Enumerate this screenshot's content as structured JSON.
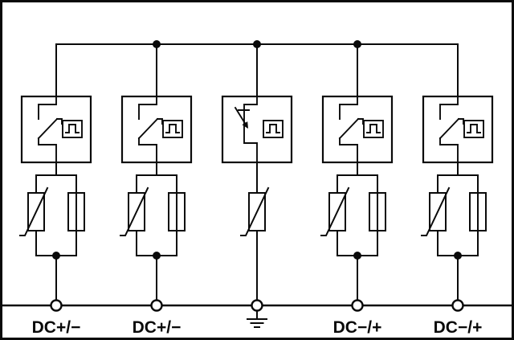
{
  "colors": {
    "line": "#0a0a0a",
    "background": "#ffffff"
  },
  "terminals": [
    {
      "label": "DC+/−",
      "type": "dc-terminal"
    },
    {
      "label": "DC+/−",
      "type": "dc-terminal"
    },
    {
      "label": "",
      "type": "earth-terminal",
      "icon": "earth-ground-icon"
    },
    {
      "label": "DC−/+",
      "type": "dc-terminal"
    },
    {
      "label": "DC−/+",
      "type": "dc-terminal"
    }
  ],
  "branches": [
    {
      "protector_icon": "thermal-disconnector-with-surge-monitoring",
      "components": [
        "varistor",
        "fuse"
      ]
    },
    {
      "protector_icon": "thermal-disconnector-with-surge-monitoring",
      "components": [
        "varistor",
        "fuse"
      ]
    },
    {
      "protector_icon": "breakaway-disconnector-with-surge-monitoring",
      "components": [
        "varistor"
      ]
    },
    {
      "protector_icon": "thermal-disconnector-with-surge-monitoring",
      "components": [
        "varistor",
        "fuse"
      ]
    },
    {
      "protector_icon": "thermal-disconnector-with-surge-monitoring",
      "components": [
        "varistor",
        "fuse"
      ]
    }
  ]
}
